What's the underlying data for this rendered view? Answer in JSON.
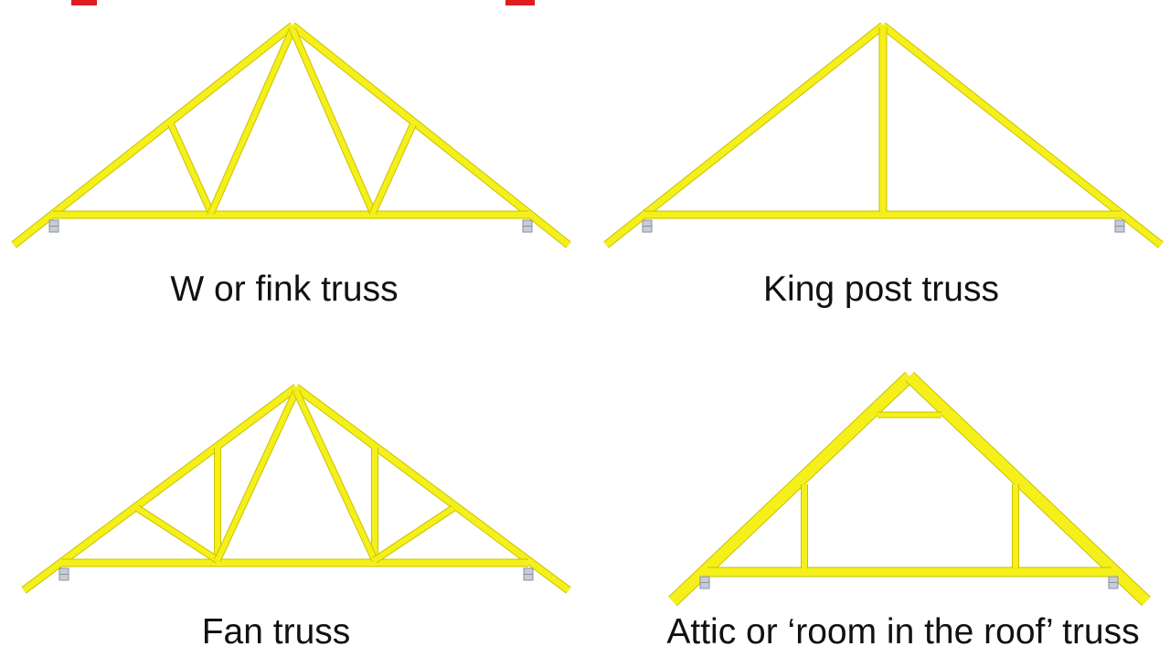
{
  "colors": {
    "accent_red": "#e11b22",
    "timber_fill": "#f5ef1a",
    "timber_edge": "#c9c200",
    "bearing_fill": "#c8ccd4",
    "bearing_edge": "#8a90a0",
    "text": "#111111"
  },
  "trusses": [
    {
      "id": "w-fink",
      "caption": "W or fink truss"
    },
    {
      "id": "king-post",
      "caption": "King post truss"
    },
    {
      "id": "fan",
      "caption": "Fan truss"
    },
    {
      "id": "attic",
      "caption": "Attic or ‘room in the roof’ truss"
    }
  ]
}
